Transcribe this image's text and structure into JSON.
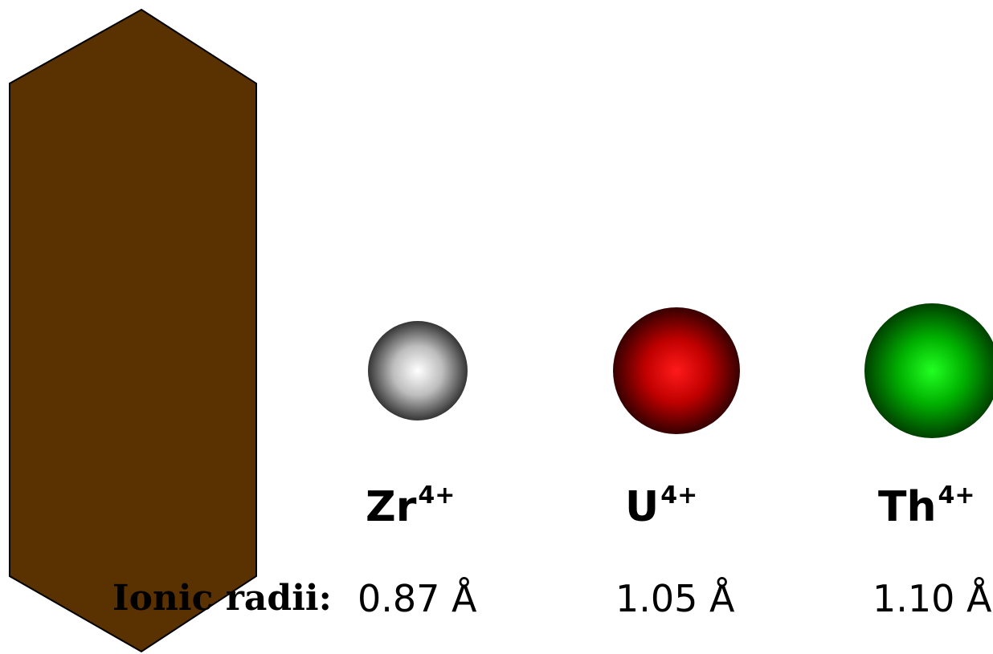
{
  "crystal": {
    "shape": "hexagonal-prism-silhouette",
    "color": "#5a3100",
    "outline": "#000000"
  },
  "ions": [
    {
      "symbol": "Zr",
      "charge": "4+",
      "radius_label": "0.87 Å",
      "radius_angstrom": 0.87,
      "color_highlight": "#ffffff",
      "color_mid": "#bdbdbd",
      "color_edge": "#1a1a1a"
    },
    {
      "symbol": "U",
      "charge": "4+",
      "radius_label": "1.05 Å",
      "radius_angstrom": 1.05,
      "color_highlight": "#ff1a1a",
      "color_mid": "#c00000",
      "color_edge": "#1a0000"
    },
    {
      "symbol": "Th",
      "charge": "4+",
      "radius_label": "1.10 Å",
      "radius_angstrom": 1.1,
      "color_highlight": "#22ff22",
      "color_mid": "#00b000",
      "color_edge": "#002a00"
    }
  ],
  "radii_title": "Ionic radii:"
}
